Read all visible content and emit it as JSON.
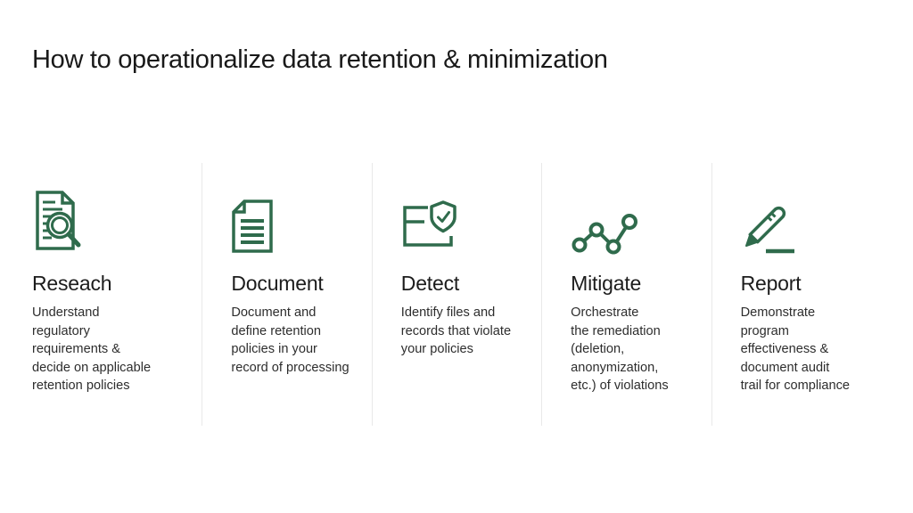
{
  "title": "How to operationalize data retention & minimization",
  "colors": {
    "accent_green": "#2F6B4C",
    "divider": "#E9E9E9",
    "title_text": "#191919",
    "heading_text": "#1C1C1C",
    "body_text": "#2D2D2D",
    "background": "#FFFFFF"
  },
  "steps": [
    {
      "icon": "document-search-icon",
      "title": "Reseach",
      "description": "Understand\nregulatory\nrequirements &\ndecide on applicable\nretention policies"
    },
    {
      "icon": "document-lines-icon",
      "title": "Document",
      "description": "Document and\ndefine retention\npolicies in your\nrecord of processing"
    },
    {
      "icon": "shield-check-folder-icon",
      "title": "Detect",
      "description": "Identify files and\nrecords that violate\nyour policies"
    },
    {
      "icon": "activity-nodes-icon",
      "title": "Mitigate",
      "description": "Orchestrate\nthe remediation\n(deletion,\nanonymization,\netc.) of violations"
    },
    {
      "icon": "pencil-underline-icon",
      "title": "Report",
      "description": "Demonstrate\nprogram\neffectiveness &\ndocument audit\ntrail for compliance"
    }
  ]
}
